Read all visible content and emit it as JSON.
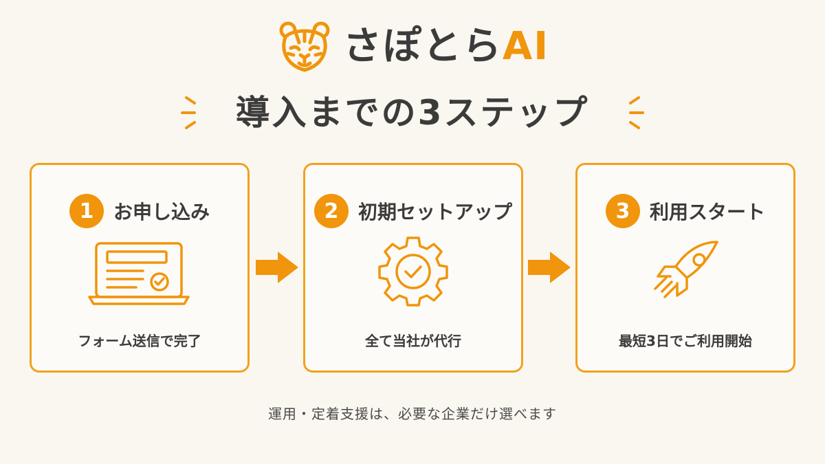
{
  "brand": {
    "name": "さぽとら",
    "accent": "AI",
    "logo_icon": "tiger-face-icon"
  },
  "title": "導入までの3ステップ",
  "steps": [
    {
      "number": "1",
      "title": "お申し込み",
      "icon": "laptop-form-check-icon",
      "description": "フォーム送信で完了"
    },
    {
      "number": "2",
      "title": "初期セットアップ",
      "icon": "gear-check-icon",
      "description": "全て当社が代行"
    },
    {
      "number": "3",
      "title": "利用スタート",
      "icon": "rocket-icon",
      "description": "最短3日でご利用開始"
    }
  ],
  "footnote": "運用・定着支援は、必要な企業だけ選べます",
  "colors": {
    "accent": "#f0950c",
    "border": "#f0a21e",
    "background": "#faf7f0",
    "text": "#3b3b3b"
  }
}
